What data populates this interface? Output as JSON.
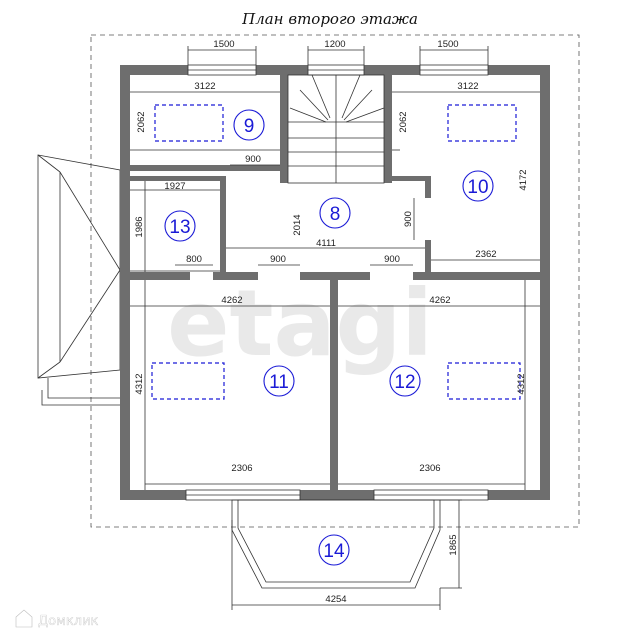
{
  "title": "План второго этажа",
  "watermark": "etagi",
  "logo": {
    "text": "Домклик",
    "icon": "house-icon"
  },
  "rooms": [
    {
      "id": "9",
      "label": "9"
    },
    {
      "id": "10",
      "label": "10"
    },
    {
      "id": "8",
      "label": "8"
    },
    {
      "id": "13",
      "label": "13"
    },
    {
      "id": "11",
      "label": "11"
    },
    {
      "id": "12",
      "label": "12"
    },
    {
      "id": "14",
      "label": "14"
    }
  ],
  "dimensions": {
    "window_left": "1500",
    "window_center": "1200",
    "window_right": "1500",
    "room9_width": "3122",
    "room9_height": "2062",
    "room9_door": "900",
    "room10_width": "3122",
    "room10_height": "2062",
    "room10_depth": "4172",
    "room10_bottom": "2362",
    "room10_door": "900",
    "room13_width": "1927",
    "room13_height": "1986",
    "room13_door": "800",
    "hall_height": "2014",
    "hall_width": "4111",
    "hall_door_left": "900",
    "hall_door_right": "900",
    "room11_width": "4262",
    "room11_height": "4312",
    "room11_window": "2306",
    "room12_width": "4262",
    "room12_height": "4312",
    "room12_window": "2306",
    "balcony_width": "4254",
    "balcony_depth": "1865"
  }
}
